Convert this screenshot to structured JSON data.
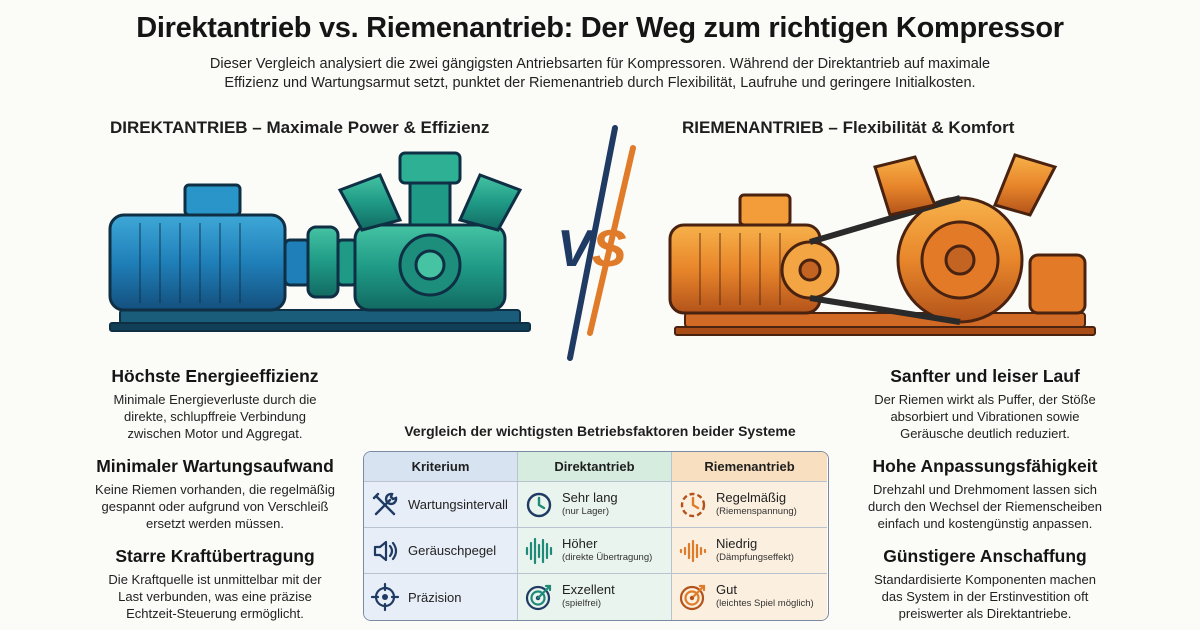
{
  "title": "Direktantrieb vs. Riemenantrieb: Der Weg zum richtigen Kompressor",
  "intro": {
    "line1": "Dieser Vergleich analysiert die zwei gängigsten Antriebsarten für Kompressoren. Während der Direktantrieb auf maximale",
    "line2": "Effizienz und Wartungsarmut setzt, punktet der Riemenantrieb durch Flexibilität, Laufruhe und geringere Initialkosten."
  },
  "left": {
    "heading": "DIREKTANTRIEB – Maximale Power & Effizienz",
    "features": [
      {
        "title": "Höchste Energieeffizienz",
        "lines": [
          "Minimale Energieverluste durch die",
          "direkte, schlupffreie Verbindung",
          "zwischen Motor und Aggregat."
        ]
      },
      {
        "title": "Minimaler Wartungsaufwand",
        "lines": [
          "Keine Riemen vorhanden, die regelmäßig",
          "gespannt oder aufgrund von Verschleiß",
          "ersetzt werden müssen."
        ]
      },
      {
        "title": "Starre Kraftübertragung",
        "lines": [
          "Die Kraftquelle ist unmittelbar mit der",
          "Last verbunden, was eine präzise",
          "Echtzeit-Steuerung ermöglicht."
        ]
      }
    ]
  },
  "right": {
    "heading": "RIEMENANTRIEB – Flexibilität & Komfort",
    "features": [
      {
        "title": "Sanfter und leiser Lauf",
        "lines": [
          "Der Riemen wirkt als Puffer, der Stöße",
          "absorbiert und Vibrationen sowie",
          "Geräusche deutlich reduziert."
        ]
      },
      {
        "title": "Hohe Anpassungsfähigkeit",
        "lines": [
          "Drehzahl und Drehmoment lassen sich",
          "durch den Wechsel der Riemenscheiben",
          "einfach und kostengünstig anpassen."
        ]
      },
      {
        "title": "Günstigere Anschaffung",
        "lines": [
          "Standardisierte Komponenten machen",
          "das System in der Erstinvestition oft",
          "preiswerter als Direktantriebe."
        ]
      }
    ]
  },
  "vs_label": "VS",
  "table": {
    "title": "Vergleich der wichtigsten Betriebsfaktoren beider Systeme",
    "headers": [
      "Kriterium",
      "Direktantrieb",
      "Riemenantrieb"
    ],
    "rows": [
      {
        "criterion": "Wartungsintervall",
        "criterion_icon": "tools-icon",
        "direct": {
          "main": "Sehr lang",
          "sub": "(nur Lager)",
          "icon": "clock-icon"
        },
        "belt": {
          "main": "Regelmäßig",
          "sub": "(Riemenspannung)",
          "icon": "clock-icon"
        }
      },
      {
        "criterion": "Geräuschpegel",
        "criterion_icon": "speaker-icon",
        "direct": {
          "main": "Höher",
          "sub": "(direkte Übertragung)",
          "icon": "soundwave-icon"
        },
        "belt": {
          "main": "Niedrig",
          "sub": "(Dämpfungseffekt)",
          "icon": "soundwave-icon"
        }
      },
      {
        "criterion": "Präzision",
        "criterion_icon": "crosshair-icon",
        "direct": {
          "main": "Exzellent",
          "sub": "(spielfrei)",
          "icon": "target-icon"
        },
        "belt": {
          "main": "Gut",
          "sub": "(leichtes Spiel möglich)",
          "icon": "target-icon"
        }
      }
    ]
  },
  "colors": {
    "direct_accent": "#1f8a78",
    "belt_accent": "#e07b2a",
    "navy": "#1f3a63"
  }
}
